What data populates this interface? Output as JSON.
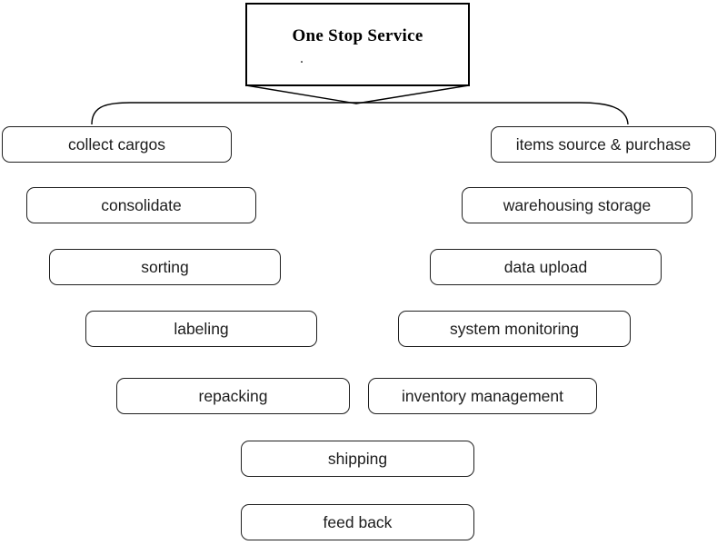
{
  "diagram": {
    "root": {
      "title": "One Stop Service",
      "stray_period": "."
    },
    "left_branch": [
      "collect cargos",
      "consolidate",
      "sorting",
      "labeling",
      "repacking",
      "shipping",
      "feed back"
    ],
    "right_branch": [
      "items source & purchase",
      "warehousing storage",
      "data upload",
      "system monitoring",
      "inventory management"
    ],
    "colors": {
      "background": "#ffffff",
      "line": "#000000",
      "node_border": "#1f1f1f",
      "text": "#1c1c1c"
    }
  }
}
